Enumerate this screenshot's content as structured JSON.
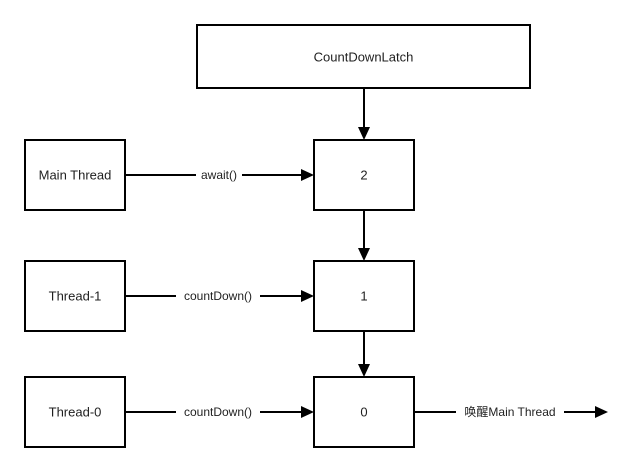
{
  "nodes": {
    "countdownlatch": "CountDownLatch",
    "main_thread": "Main Thread",
    "thread_1": "Thread-1",
    "thread_0": "Thread-0",
    "count_2": "2",
    "count_1": "1",
    "count_0": "0"
  },
  "edges": {
    "await": "await()",
    "countdown_1": "countDown()",
    "countdown_0": "countDown()",
    "wake_main": "唤醒Main Thread"
  },
  "colors": {
    "stroke": "#000000",
    "text": "#1f1f1f",
    "background": "#ffffff"
  }
}
